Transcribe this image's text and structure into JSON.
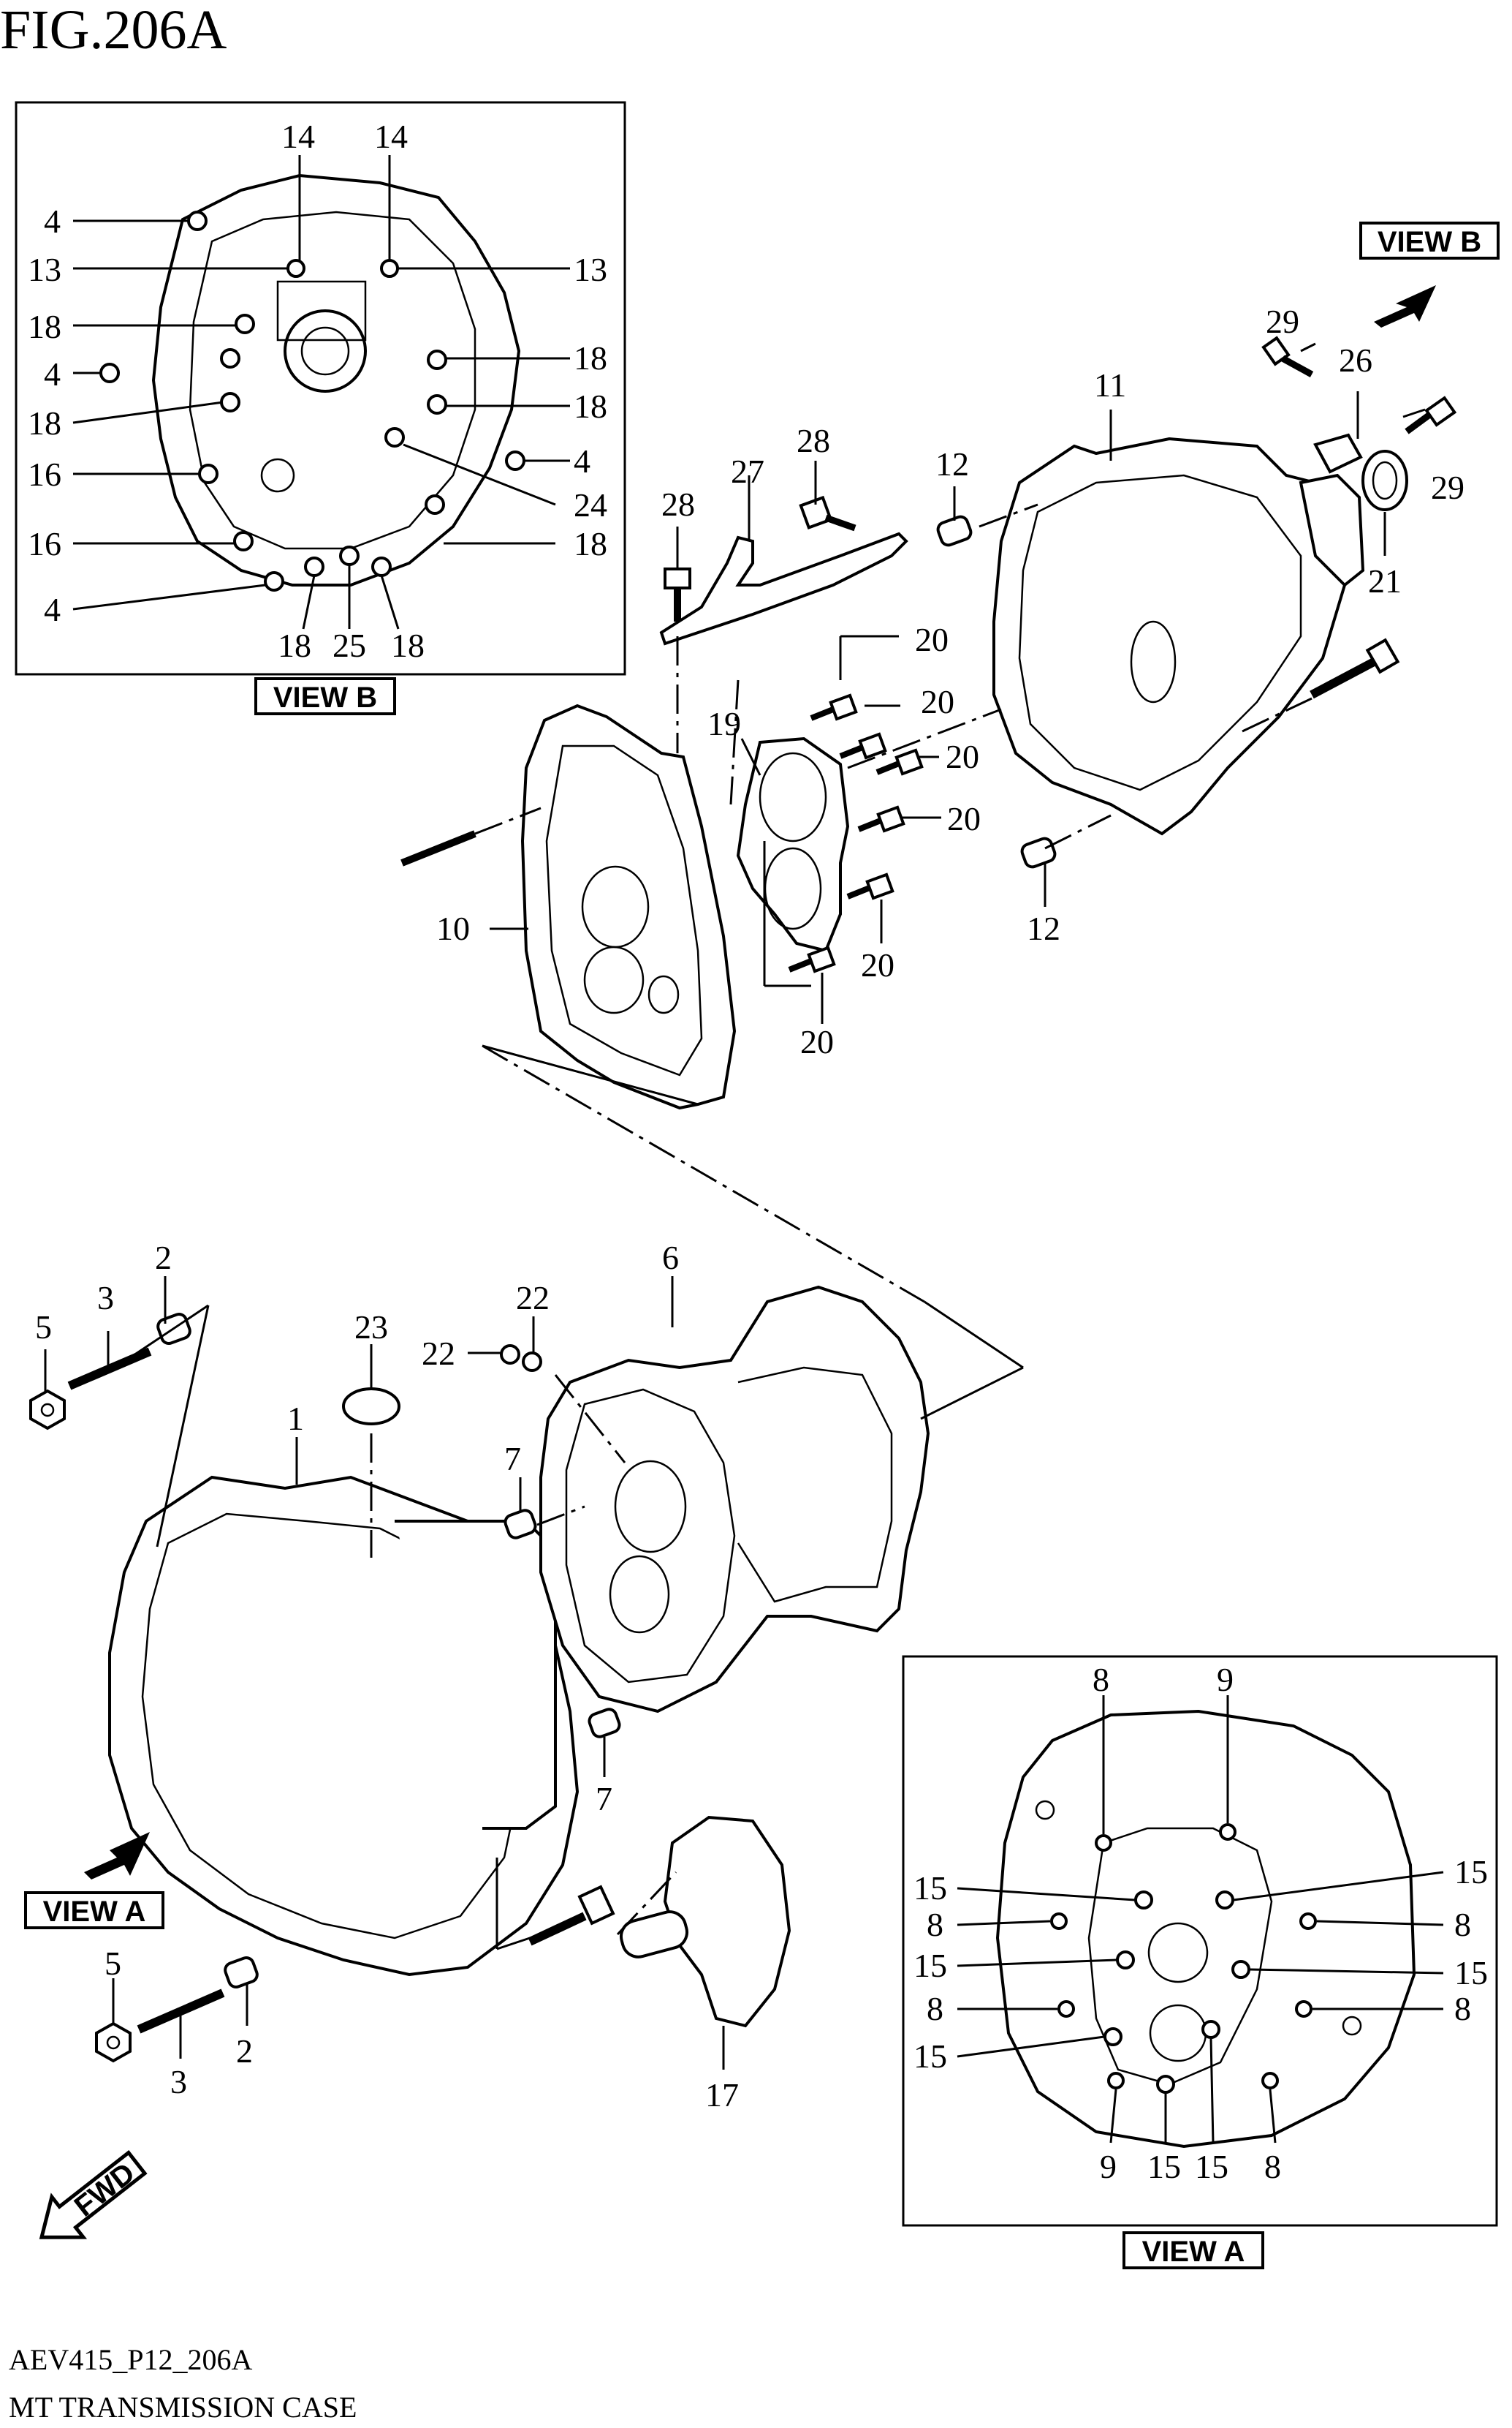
{
  "figure": {
    "title": "FIG.206A",
    "code": "AEV415_P12_206A",
    "caption": "MT TRANSMISSION CASE"
  },
  "view_tags": {
    "view_b_box": "VIEW B",
    "view_b_arrow": "VIEW B",
    "view_a_arrow": "VIEW A",
    "view_a_box": "VIEW A"
  },
  "fwd_label": "FWD",
  "view_b_inset": {
    "callouts": [
      "14",
      "14",
      "4",
      "13",
      "13",
      "18",
      "18",
      "4",
      "18",
      "18",
      "4",
      "16",
      "24",
      "16",
      "18",
      "4",
      "18",
      "25",
      "18"
    ]
  },
  "main_assembly": {
    "callouts": [
      "29",
      "26",
      "11",
      "29",
      "28",
      "12",
      "27",
      "28",
      "21",
      "20",
      "20",
      "19",
      "20",
      "20",
      "10",
      "20",
      "12",
      "20"
    ]
  },
  "lower_assembly": {
    "callouts": [
      "2",
      "3",
      "22",
      "5",
      "6",
      "23",
      "22",
      "1",
      "7",
      "7",
      "5",
      "2",
      "3",
      "17"
    ]
  },
  "view_a_inset": {
    "callouts": [
      "8",
      "9",
      "15",
      "15",
      "8",
      "8",
      "15",
      "15",
      "8",
      "8",
      "15",
      "9",
      "15",
      "15",
      "8"
    ]
  },
  "colors": {
    "ink": "#000000",
    "paper": "#ffffff"
  }
}
